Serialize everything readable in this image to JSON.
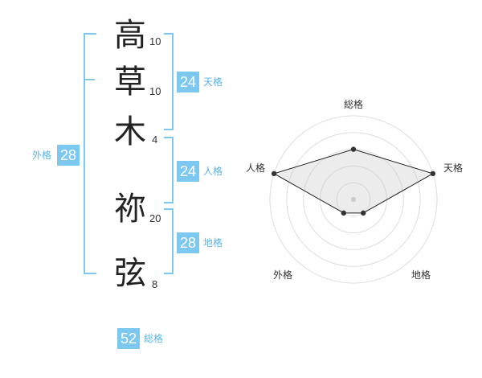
{
  "characters": [
    {
      "char": "高",
      "strokes": "10"
    },
    {
      "char": "草",
      "strokes": "10"
    },
    {
      "char": "木",
      "strokes": "4"
    },
    {
      "char": "祢",
      "strokes": "20"
    },
    {
      "char": "弦",
      "strokes": "8"
    }
  ],
  "fortunes": {
    "tenkaku": {
      "value": "24",
      "label": "天格"
    },
    "jinkaku": {
      "value": "24",
      "label": "人格"
    },
    "chikaku": {
      "value": "28",
      "label": "地格"
    },
    "gaikaku": {
      "value": "28",
      "label": "外格"
    },
    "soukaku": {
      "value": "52",
      "label": "総格"
    }
  },
  "chart_data": {
    "type": "radar",
    "axes": [
      "総格",
      "天格",
      "地格",
      "外格",
      "人格"
    ],
    "values": [
      3,
      5,
      1,
      1,
      5
    ],
    "rmax": 5,
    "rings": 5
  },
  "colors": {
    "accent": "#7cc8f0",
    "accent_text": "#5ab4e6"
  }
}
